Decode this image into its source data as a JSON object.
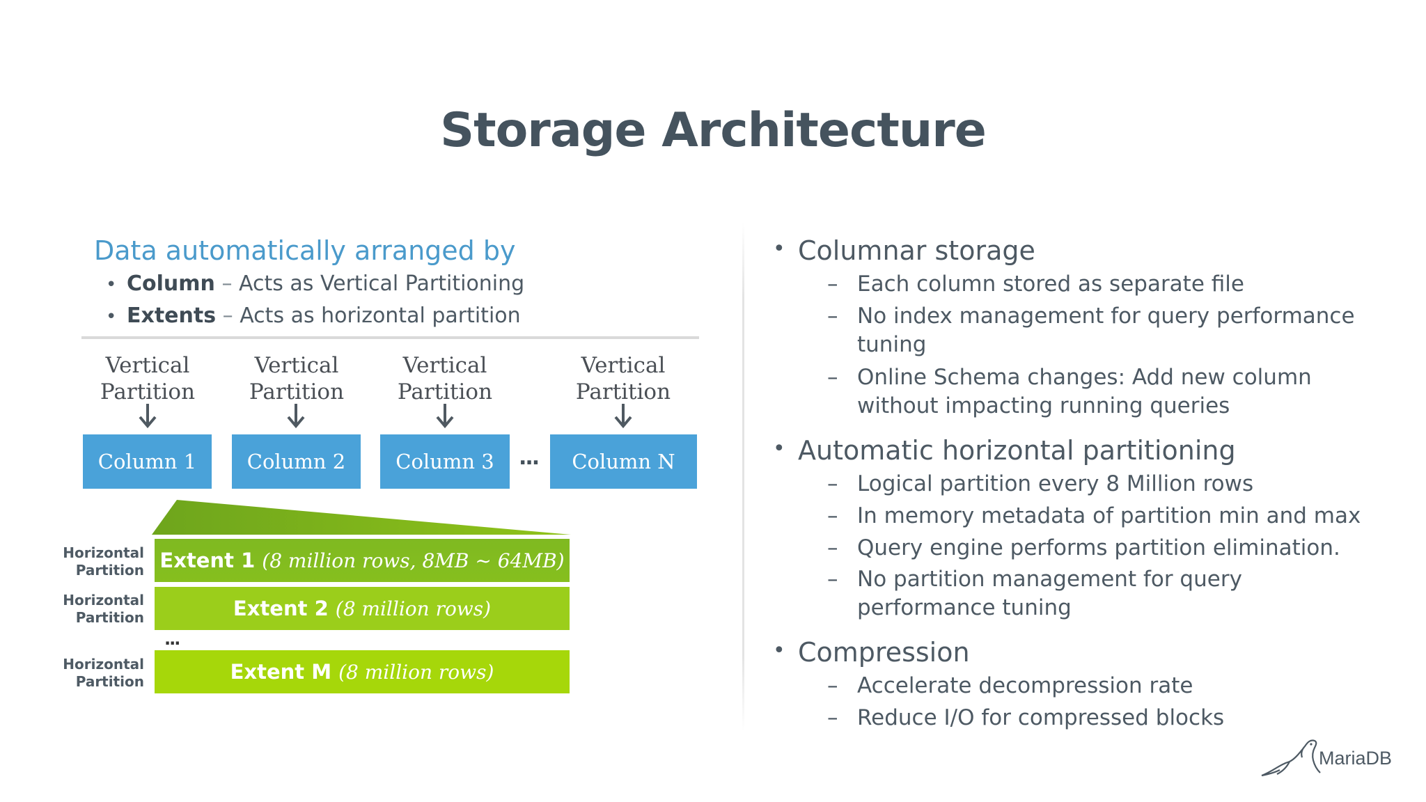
{
  "slide": {
    "title": "Storage Architecture"
  },
  "left": {
    "heading": "Data automatically arranged by",
    "bullets": [
      {
        "term": "Column",
        "separator": "–",
        "desc": "Acts as Vertical Partitioning"
      },
      {
        "term": "Extents",
        "separator": "–",
        "desc": "Acts as horizontal partition"
      }
    ],
    "vertical_label_line1": "Vertical",
    "vertical_label_line2": "Partition",
    "columns": [
      "Column 1",
      "Column 2",
      "Column 3",
      "Column N"
    ],
    "columns_ellipsis": "...",
    "horizontal_label_line1": "Horizontal",
    "horizontal_label_line2": "Partition",
    "extents": [
      {
        "name": "Extent 1",
        "detail": "(8 million rows, 8MB ~ 64MB)"
      },
      {
        "name": "Extent 2",
        "detail": "(8 million rows)"
      },
      {
        "name": "Extent M",
        "detail": "(8 million rows)"
      }
    ],
    "extents_ellipsis": "..."
  },
  "right": {
    "sections": [
      {
        "heading": "Columnar storage",
        "items": [
          "Each column stored as separate file",
          "No index management for query performance tuning",
          "Online Schema changes: Add new column without impacting running queries"
        ]
      },
      {
        "heading": "Automatic horizontal partitioning",
        "items": [
          "Logical partition every 8 Million rows",
          "In memory metadata of partition min and max",
          "Query engine performs partition elimination.",
          "No partition management for query performance tuning"
        ]
      },
      {
        "heading": "Compression",
        "items": [
          "Accelerate decompression rate",
          "Reduce I/O for compressed blocks"
        ]
      }
    ],
    "bullet_glyph": "•",
    "dash_glyph": "–"
  },
  "brand": {
    "logo_text": "MariaDB",
    "logo_icon": "seal-icon"
  },
  "colors": {
    "title": "#45535e",
    "heading_blue": "#4a9acb",
    "column_box": "#4aa2d9",
    "extent_green_dark": "#80b81f",
    "extent_green": "#9ccc1a",
    "extent_green_light": "#a8d60a"
  }
}
